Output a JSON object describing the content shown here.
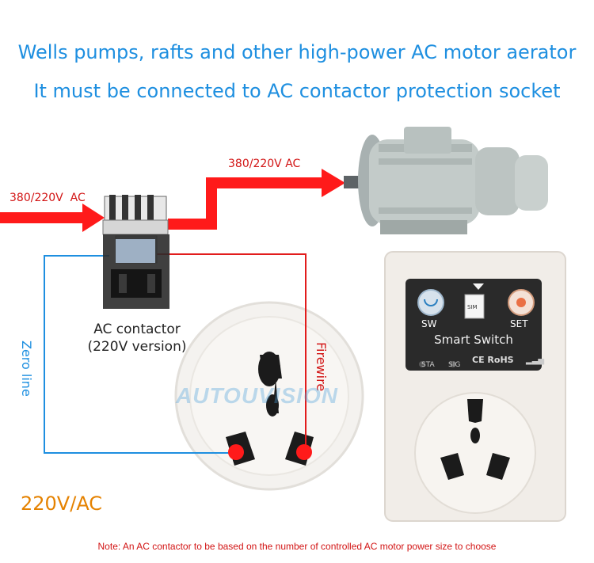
{
  "header": {
    "line1": "Wells pumps, rafts and other high-power AC motor aerator",
    "line2": "It must be connected to AC contactor protection socket"
  },
  "diagram": {
    "input_label": "380/220V  AC",
    "output_label": "380/220V AC",
    "contactor_label_line1": "AC contactor",
    "contactor_label_line2": "(220V version)",
    "zero_line_label": "Zero line",
    "firewire_label": "Firewire",
    "voltage_label": "220V/AC",
    "watermark": "AUTOUVISION",
    "wire_colors": {
      "live": "#e21c1c",
      "neutral": "#1e8fe0"
    }
  },
  "smart_switch": {
    "name": "Smart Switch",
    "sw_label": "SW",
    "sim_label": "SIM",
    "set_label": "SET",
    "sta_label": "STA",
    "sig_label": "SIG",
    "cert_label": "CE RoHS"
  },
  "note": "Note: An AC contactor to be based on the number of controlled AC motor power size to choose"
}
